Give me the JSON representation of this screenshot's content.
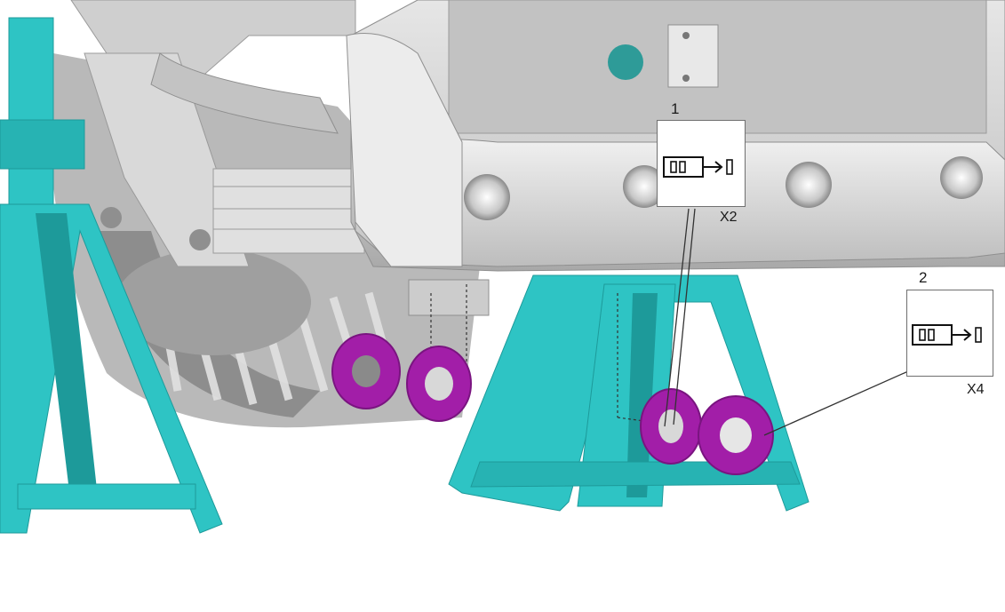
{
  "colors": {
    "stand": "#2ec4c4",
    "stand_dark": "#1d9a9a",
    "washer": "#a21ea8",
    "washer_dark": "#7a1480",
    "body": "#d4d4d4",
    "body_shadow": "#9a9a9a"
  },
  "callouts": [
    {
      "number": "1",
      "quantity": "X2",
      "icon": "bolt-removal-icon"
    },
    {
      "number": "2",
      "quantity": "X4",
      "icon": "bolt-removal-icon"
    }
  ]
}
